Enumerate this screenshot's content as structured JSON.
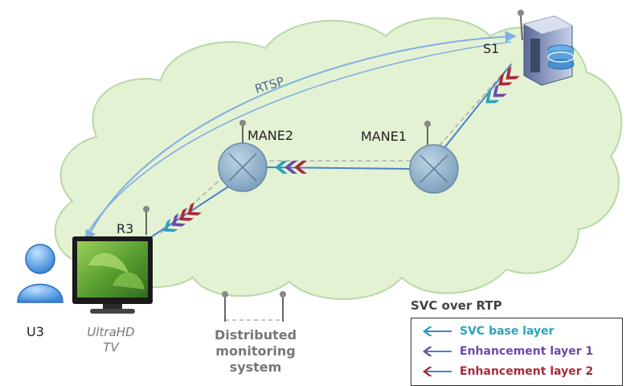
{
  "nodes": {
    "server": "S1",
    "mane1": "MANE1",
    "mane2": "MANE2",
    "receiver": "R3",
    "user": "U3"
  },
  "rtsp_label": "RTSP",
  "tv_caption": [
    "UltraHD",
    "TV"
  ],
  "monitoring_caption": [
    "Distributed",
    "monitoring",
    "system"
  ],
  "legend": {
    "title": "SVC over RTP",
    "items": [
      {
        "label": "SVC base layer",
        "color": "#2aa3c0"
      },
      {
        "label": "Enhancement layer 1",
        "color": "#6a4aa8"
      },
      {
        "label": "Enhancement layer 2",
        "color": "#a82a3a"
      }
    ]
  },
  "colors": {
    "cloud_fill": "#e4f2d4",
    "cloud_stroke": "#b8d8a8",
    "link": "#4a82c8",
    "rtsp_arrow": "#7fb0e0",
    "monitor_link": "#b0b0b0",
    "router_fill": "#8fb3cc"
  }
}
